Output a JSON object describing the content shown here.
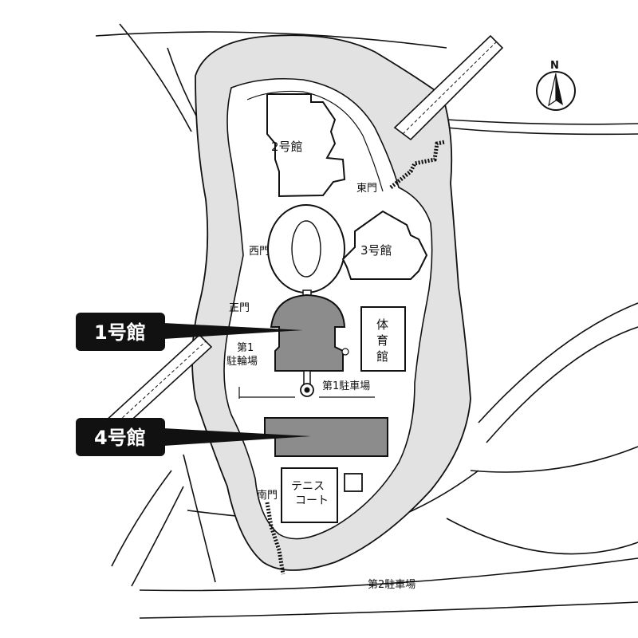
{
  "map": {
    "compass_label": "N",
    "callouts": {
      "building1": "1号館",
      "building4": "4号館"
    },
    "buildings": {
      "building2": "2号館",
      "building3": "3号館",
      "gym_lines": [
        "体",
        "育",
        "館"
      ],
      "tennis_lines": [
        "テニス",
        "コート"
      ]
    },
    "gates": {
      "east": "東門",
      "west": "西門",
      "main": "正門",
      "south": "南門"
    },
    "parking": {
      "bicycle_lines": [
        "第1",
        "駐輪場"
      ],
      "lot1": "第1駐車場",
      "lot2": "第2駐車場"
    }
  }
}
